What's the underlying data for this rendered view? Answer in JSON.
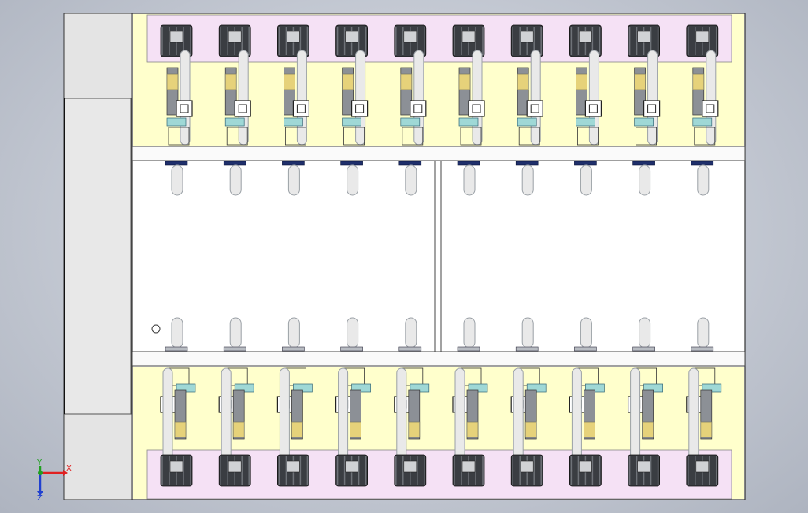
{
  "viewport": {
    "background_top": "#d9dde6",
    "background_bottom": "#aeb4c0"
  },
  "drawing": {
    "columns_per_row": 10,
    "colors": {
      "frame_fill": "#ffffff",
      "frame_stroke": "#333333",
      "left_panel_fill": "#e4e4e4",
      "yellow_zone": "#ffffcc",
      "pink_zone": "#f5e1f5",
      "motor_dark": "#3a3d42",
      "motor_mid": "#6e7278",
      "pipe_light": "#e9e9e9",
      "pipe_shade": "#9aa0a6",
      "gold_band": "#e6d27a",
      "teal_fitting": "#9fd8d6",
      "flange_blue": "#1f2f6b",
      "flange_gray": "#b8bcc2"
    }
  },
  "triad": {
    "x_label": "X",
    "y_label": "Y",
    "z_label": "Z",
    "x_color": "#e02020",
    "y_color": "#20a020",
    "z_color": "#2040d0"
  }
}
